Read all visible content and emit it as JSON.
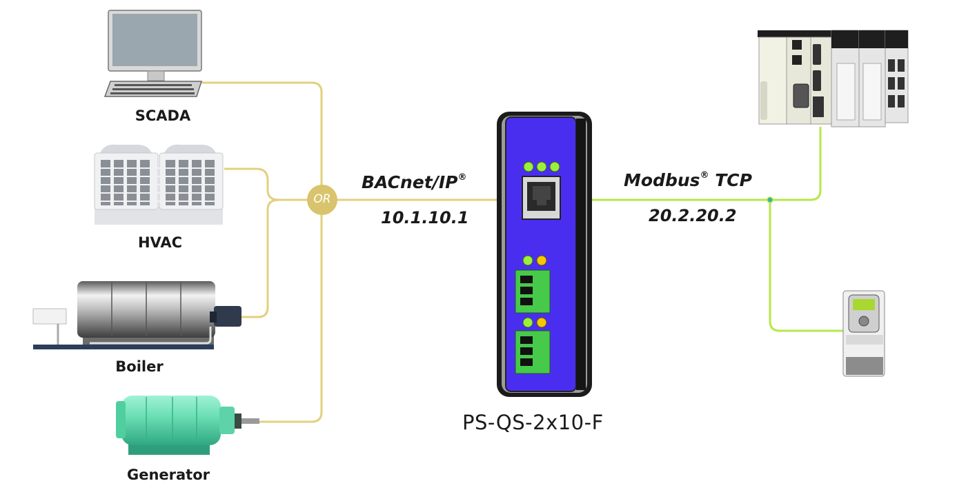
{
  "devices": {
    "scada": {
      "label": "SCADA"
    },
    "hvac": {
      "label": "HVAC"
    },
    "boiler": {
      "label": "Boiler"
    },
    "generator": {
      "label": "Generator"
    }
  },
  "junction": {
    "label": "OR"
  },
  "gateway": {
    "model": "PS-QS-2x10-F",
    "left_protocol": "BACnet/IP",
    "left_protocol_mark": "®",
    "left_address": "10.1.10.1",
    "right_protocol_a": "Modbus",
    "right_protocol_mark": "®",
    "right_protocol_b": " TCP",
    "right_address": "20.2.20.2"
  },
  "colors": {
    "bacnet_line": "#e3cf7e",
    "modbus_line": "#b4e84a",
    "gateway_body": "#4a2ef0",
    "junction_fill": "#d9c46d"
  }
}
